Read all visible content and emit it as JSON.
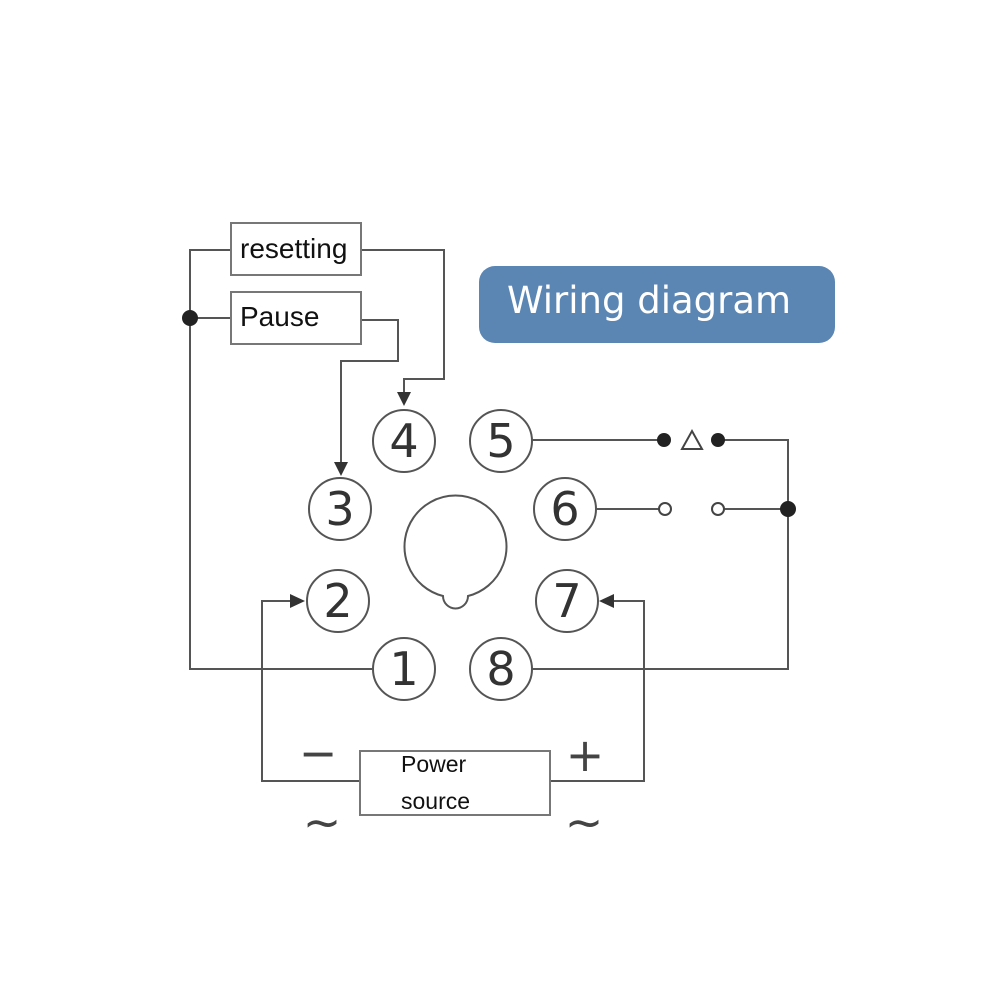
{
  "banner": {
    "title": "Wiring diagram",
    "color": "#5b86b4"
  },
  "boxes": {
    "resetting": "resetting",
    "pause": "Pause",
    "power_source_line1": "Power",
    "power_source_line2": "source"
  },
  "terminals": [
    "1",
    "2",
    "3",
    "4",
    "5",
    "6",
    "7",
    "8"
  ],
  "symbols": {
    "minus": "−",
    "plus": "+",
    "ac_left": "~",
    "ac_right": "~"
  }
}
